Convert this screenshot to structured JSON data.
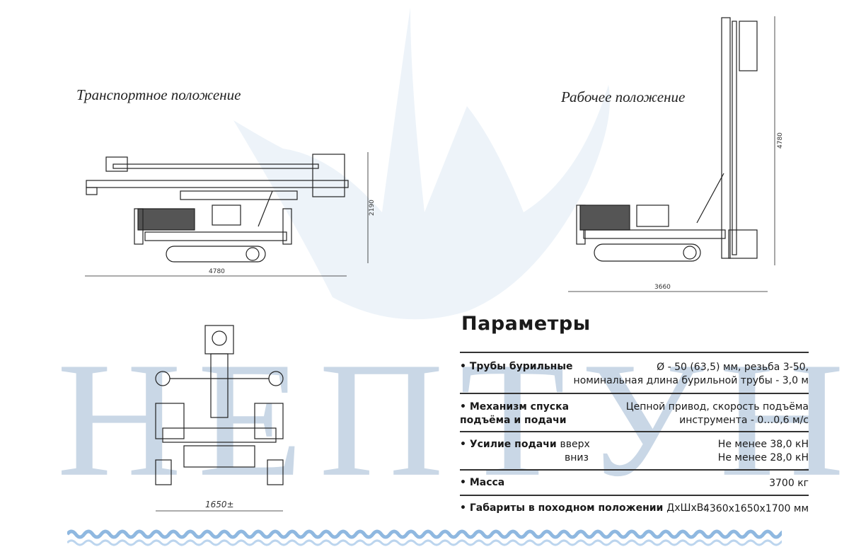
{
  "watermark": "НЕПТУН",
  "captions": {
    "transport": "Транспортное положение",
    "working": "Рабочее положение"
  },
  "dimensions": {
    "transport_length": "4780",
    "transport_height": "2190",
    "working_height": "4780",
    "working_length": "3660",
    "front_width": "1650±"
  },
  "params": {
    "title": "Параметры",
    "rows": [
      {
        "label": "Трубы бурильные",
        "label_extra": "",
        "value_lines": [
          "Ø - 50 (63,5) мм, резьба 3-50,",
          "номинальная длина бурильной трубы - 3,0 м"
        ]
      },
      {
        "label": "Механизм спуска подъёма и подачи",
        "label_extra": "",
        "value_lines": [
          "Цепной привод, скорость подъёма",
          "инструмента - 0…0,6 м/с"
        ]
      },
      {
        "label": "Усилие подачи",
        "label_extra": "вверх",
        "label_extra2": "вниз",
        "value_lines": [
          "Не менее 38,0 кН",
          "Не менее 28,0 кН"
        ]
      },
      {
        "label": "Масса",
        "label_extra": "",
        "value_lines": [
          "3700 кг"
        ]
      },
      {
        "label": "Габариты в походном положении",
        "label_extra": "ДхШхВ:",
        "value_lines": [
          "4360x1650x1700 мм"
        ]
      }
    ]
  },
  "colors": {
    "watermark": "#c9d7e6",
    "wave": "#8fb8e0"
  }
}
